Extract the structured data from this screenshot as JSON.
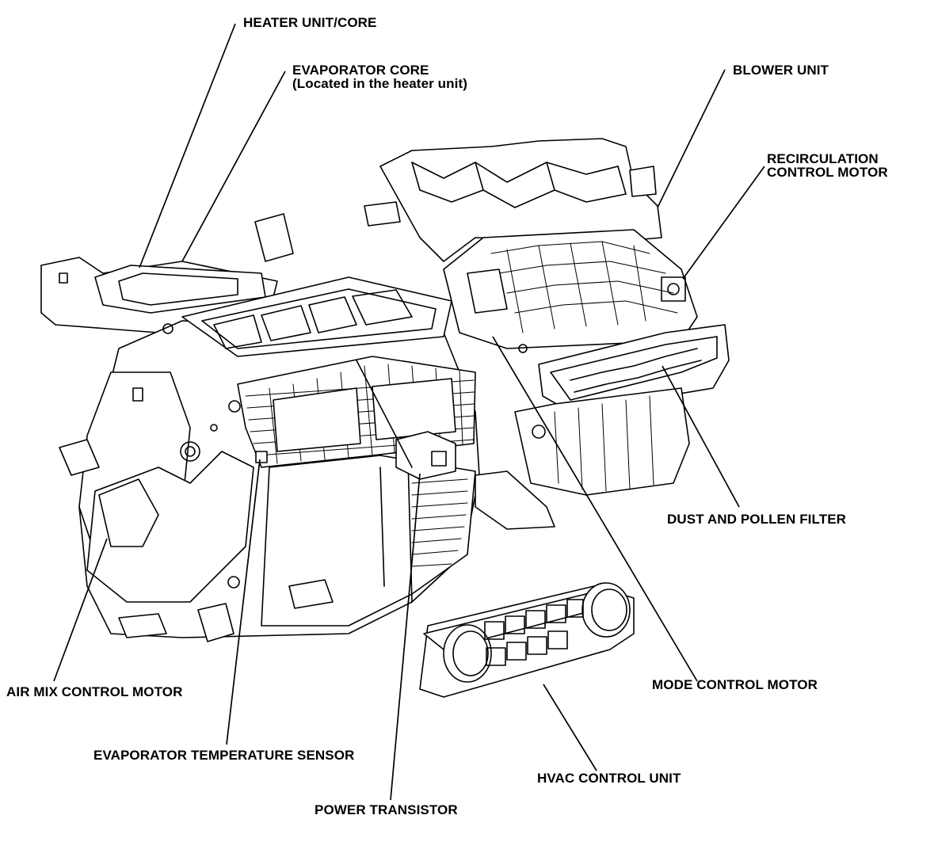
{
  "labels": {
    "heater_unit": "HEATER UNIT/CORE",
    "evaporator_core_line1": "EVAPORATOR CORE",
    "evaporator_core_line2": "(Located in the heater unit)",
    "blower_unit": "BLOWER UNIT",
    "recirculation_line1": "RECIRCULATION",
    "recirculation_line2": "CONTROL MOTOR",
    "dust_filter": "DUST AND POLLEN FILTER",
    "mode_control_motor": "MODE CONTROL MOTOR",
    "air_mix_control_motor": "AIR MIX CONTROL MOTOR",
    "evaporator_temp_sensor": "EVAPORATOR TEMPERATURE SENSOR",
    "hvac_control_unit": "HVAC CONTROL UNIT",
    "power_transistor": "POWER TRANSISTOR"
  }
}
